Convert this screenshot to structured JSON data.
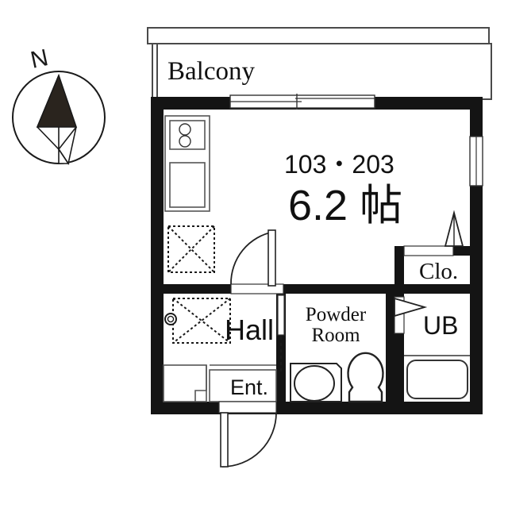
{
  "page": {
    "title": "Apartment Floor Plan",
    "background_color": "#ffffff",
    "wall_color": "#141414",
    "line_color": "#333333",
    "text_color": "#111111"
  },
  "compass": {
    "label": "N",
    "name": "north-compass"
  },
  "balcony": {
    "label": "Balcony"
  },
  "main_room": {
    "unit_numbers": "103・203",
    "area": "6.2 帖"
  },
  "rooms": [
    {
      "key": "hall",
      "label": "Hall",
      "font": "sans"
    },
    {
      "key": "powder_room_line1",
      "label": "Powder",
      "font": "serif"
    },
    {
      "key": "powder_room_line2",
      "label": "Room",
      "font": "serif"
    },
    {
      "key": "entrance",
      "label": "Ent.",
      "font": "sans"
    },
    {
      "key": "closet",
      "label": "Clo.",
      "font": "serif"
    },
    {
      "key": "unit_bath",
      "label": "UB",
      "font": "sans"
    }
  ],
  "fixtures": [
    {
      "name": "kitchen-stove",
      "label": ""
    },
    {
      "name": "kitchen-sink",
      "label": ""
    },
    {
      "name": "refrigerator-space",
      "label": ""
    },
    {
      "name": "washing-machine-space",
      "label": ""
    },
    {
      "name": "washbasin",
      "label": ""
    },
    {
      "name": "toilet",
      "label": ""
    },
    {
      "name": "bathtub",
      "label": ""
    },
    {
      "name": "shoe-box",
      "label": ""
    }
  ],
  "openings": [
    {
      "name": "balcony-sliding-window",
      "type": "sliding"
    },
    {
      "name": "main-room-window",
      "type": "window"
    },
    {
      "name": "main-room-door",
      "type": "swing"
    },
    {
      "name": "entrance-door",
      "type": "swing"
    },
    {
      "name": "powder-room-sliding-door",
      "type": "sliding"
    },
    {
      "name": "closet-folding-door",
      "type": "folding"
    },
    {
      "name": "unit-bath-door",
      "type": "folding"
    }
  ]
}
